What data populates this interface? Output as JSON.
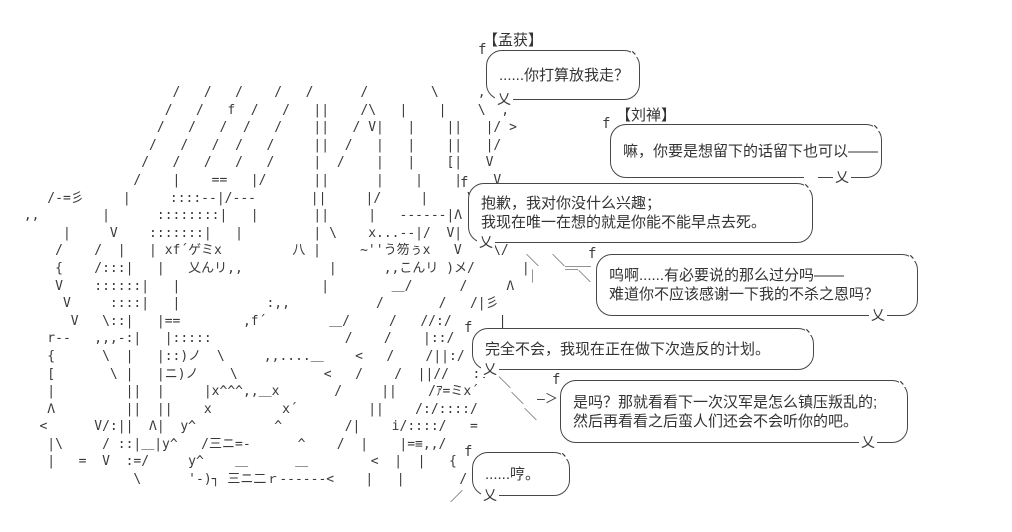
{
  "scene": {
    "background_color": "#ffffff",
    "ink_color": "#3a3a3a"
  },
  "dialogue": [
    {
      "speaker": "【孟获】",
      "lines": [
        "......你打算放我走？"
      ]
    },
    {
      "speaker": "【刘禅】",
      "lines": [
        "嘛，你要是想留下的话留下也可以——"
      ]
    },
    {
      "speaker": "",
      "lines": [
        "抱歉，我对你没什么兴趣；",
        "我现在唯一在想的就是你能不能早点去死。"
      ]
    },
    {
      "speaker": "",
      "lines": [
        "呜啊......有必要说的那么过分吗——",
        "难道你不应该感谢一下我的不杀之恩吗？"
      ]
    },
    {
      "speaker": "",
      "lines": [
        "完全不会，我现在正在做下次造反的计划。"
      ]
    },
    {
      "speaker": "",
      "lines": [
        "是吗？那就看看下一次汉军是怎么镇压叛乱的;",
        "然后再看看之后蛮人们还会不会听你的吧。"
      ]
    },
    {
      "speaker": "",
      "lines": [
        "......哼。"
      ]
    }
  ],
  "bubble_glyphs": {
    "corner_top_left": "f",
    "corner_top_right": "、",
    "tail": "乂"
  },
  "ascii_art": {
    "lines": [
      "                    /   /   /    /   /      /        \\     ,",
      "                   /   /   f  /   /   ||    /\\   |    |    \\  ,",
      "                  /   /   /  /   /    ||   / V|   |    ||   |/ >",
      "                 /   /   /  /   /     ||  /   |   |    ||   |/",
      "                /   /   /   /   /     |  /    |   |    [|   V",
      "               /    |    ==   |/      ||      |    |    |    V",
      "    /-=彡     |     ::::--|/---       ||     |/     |     V",
      " ,,        |      ::::::::|   |       ||     |   ------|Λ  \\   V",
      "      |     V    :::::::|   |         | \\    x...--|/  V|  \\V  /",
      "     /    /  |   | xf´ゲミx         八 |     ~''う笏ぅx   V    \\/",
      "     {    /:::|   |   乂んリ,,           |      ,,こんリ )メ/      |",
      "     V    ::::::|   |                  |        ＿/      /     Λ",
      "      V     ::::|   |           :,,           /       /   /|彡",
      "       V   \\::|   |==        ,f´        ＿/     /   //:/      |",
      "    r--   ,,,-:|   |:::::                 /    /    |::/     乂＿",
      "    {      \\  |   |::)ノ  \\     ,,....＿    <   /    /||:/   ＿::",
      "    [       \\ |   |ニ)ノ    \\           <   /    /  ||//   ::",
      "    |         ||  |     |x^^^,,＿x       /     ||    /ｱ=ミx´",
      "    Λ         ||  ||    x         x´         ||    /:/::::/",
      "   <      V/:||  Λ|  y^          ^        /|    i/::::/   =",
      "    |\\     / ::|＿|y^   /三ニ=-      ^    /  |    |=≡,,/",
      "    |   =  V  :=/     y^    ＿      ＿        <  |  |   {",
      "               \\      '-)┐ 三ニ二ｒ------<    |   |       /"
    ]
  },
  "fragments": [
    {
      "lines": [
        "＼　＼＿＿",
        "｜　　￣＼"
      ]
    },
    {
      "lines": [
        "＼",
        "　＼　―＞",
        "　　＼"
      ]
    },
    {
      "lines": [
        "／"
      ]
    }
  ]
}
